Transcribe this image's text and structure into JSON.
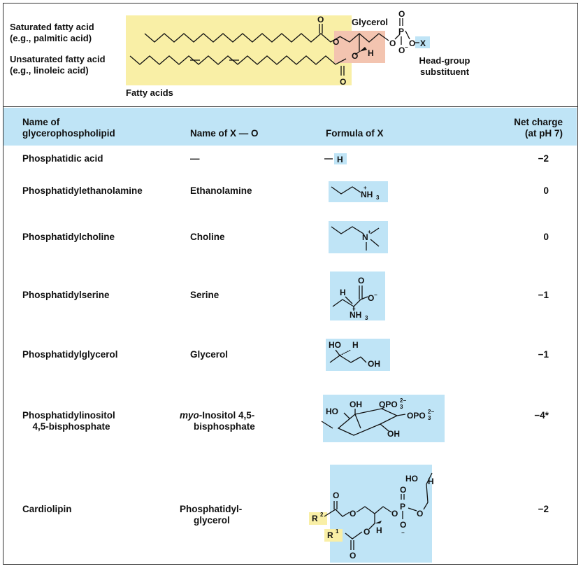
{
  "diagram": {
    "saturated_label": "Saturated fatty acid",
    "saturated_example": "(e.g., palmitic acid)",
    "unsaturated_label": "Unsaturated fatty acid",
    "unsaturated_example": "(e.g., linoleic acid)",
    "fatty_acids_label": "Fatty acids",
    "glycerol_label": "Glycerol",
    "head_group_label_1": "Head-group",
    "head_group_label_2": "substituent",
    "atoms": {
      "O": "O",
      "P": "P",
      "H": "H",
      "X": "X",
      "O_minus": "O",
      "minus": "−"
    }
  },
  "colors": {
    "fatty_acid_bg": "#f9efa6",
    "glycerol_bg": "#f3c4b0",
    "head_group_bg": "#bfe4f6"
  },
  "table": {
    "headers": {
      "name_1": "Name of",
      "name_2": "glycerophospholipid",
      "x_o": "Name of X — O",
      "formula": "Formula of X",
      "charge_1": "Net charge",
      "charge_2": "(at pH 7)"
    },
    "rows": [
      {
        "name": "Phosphatidic acid",
        "x_name": "—",
        "charge": "−2"
      },
      {
        "name": "Phosphatidylethanolamine",
        "x_name": "Ethanolamine",
        "charge": "0"
      },
      {
        "name": "Phosphatidylcholine",
        "x_name": "Choline",
        "charge": "0"
      },
      {
        "name": "Phosphatidylserine",
        "x_name": "Serine",
        "charge": "−1"
      },
      {
        "name": "Phosphatidylglycerol",
        "x_name": "Glycerol",
        "charge": "−1"
      },
      {
        "name_1": "Phosphatidylinositol",
        "name_2": "4,5-bisphosphate",
        "x_name_italic": "myo",
        "x_name_rest": "-Inositol 4,5-",
        "x_name_2": "bisphosphate",
        "charge": "−4*"
      },
      {
        "name": "Cardiolipin",
        "x_name_1": "Phosphatidyl-",
        "x_name_2": "glycerol",
        "charge": "−2"
      }
    ],
    "formula_labels": {
      "H": "H",
      "NH3": "NH",
      "N": "N",
      "plus": "+",
      "sub3": "3",
      "O": "O",
      "O_minus": "O",
      "minus": "−",
      "HO": "HO",
      "OH": "OH",
      "OPO3": "OPO",
      "charge2": "2−",
      "R1": "R",
      "R2": "R",
      "sup1": "1",
      "sup2": "2",
      "P": "P"
    }
  }
}
